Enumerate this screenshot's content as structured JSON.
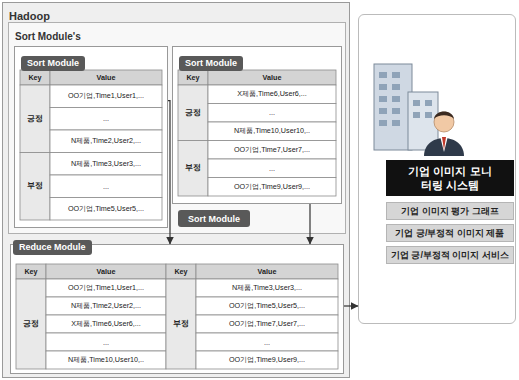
{
  "diagram": {
    "nodes": [
      {
        "text": [
          "Hadoop"
        ]
      },
      {
        "text": [
          "Sort Module's"
        ],
        "in": 0
      },
      {
        "text": [
          "Sort Module"
        ],
        "in": 1
      },
      {
        "text": [
          "Sort Module"
        ],
        "in": 1
      },
      {
        "text": [
          "Sort Module"
        ],
        "in": 1
      },
      {
        "text": [
          "Reduce Module"
        ],
        "in": 0
      },
      {
        "text": [
          "기업 이미지 모니터링 시스템"
        ]
      },
      {
        "text": [
          "기업 이미지 평가 그래프"
        ],
        "in": 6
      },
      {
        "text": [
          "기업 긍/부정적 이미지 제품"
        ],
        "in": 6
      },
      {
        "text": [
          "기업 긍/부정적 이미지 서비스"
        ],
        "in": 6
      }
    ],
    "edges": [
      {
        "from": 2,
        "to": 5,
        "arrow": "to"
      },
      {
        "from": 3,
        "to": 5,
        "arrow": "to"
      },
      {
        "from": 5,
        "to": 6,
        "arrow": "to"
      }
    ],
    "labels": [
      "Key",
      "Value",
      "긍정",
      "OO기업,Time1,User1,...",
      "...",
      "N제품,Time2,User2,...",
      "부정",
      "N제품,Time3,User3,...",
      "...",
      "OO기업,Time5,User5,...",
      "Key",
      "Value",
      "긍정",
      "X제품,Time6,User6,...",
      "...",
      "N제품,Time10,User10,..",
      "부정",
      "OO기업,Time7,User7,...",
      "...",
      "OO기업,Time9,User9,...",
      "Key",
      "Value",
      "긍정",
      "OO기업,Time1,User1,...",
      "N제품,Time2,User2,...",
      "X제품,Time6,User6,...",
      "...",
      "N제품,Time10,User10,..",
      "Key",
      "Value",
      "부정",
      "N제품,Time3,User3,...",
      "OO기업,Time5,User5,...",
      "OO기업,Time7,User7,...",
      "...",
      "OO기업,Time9,User9,..."
    ]
  }
}
